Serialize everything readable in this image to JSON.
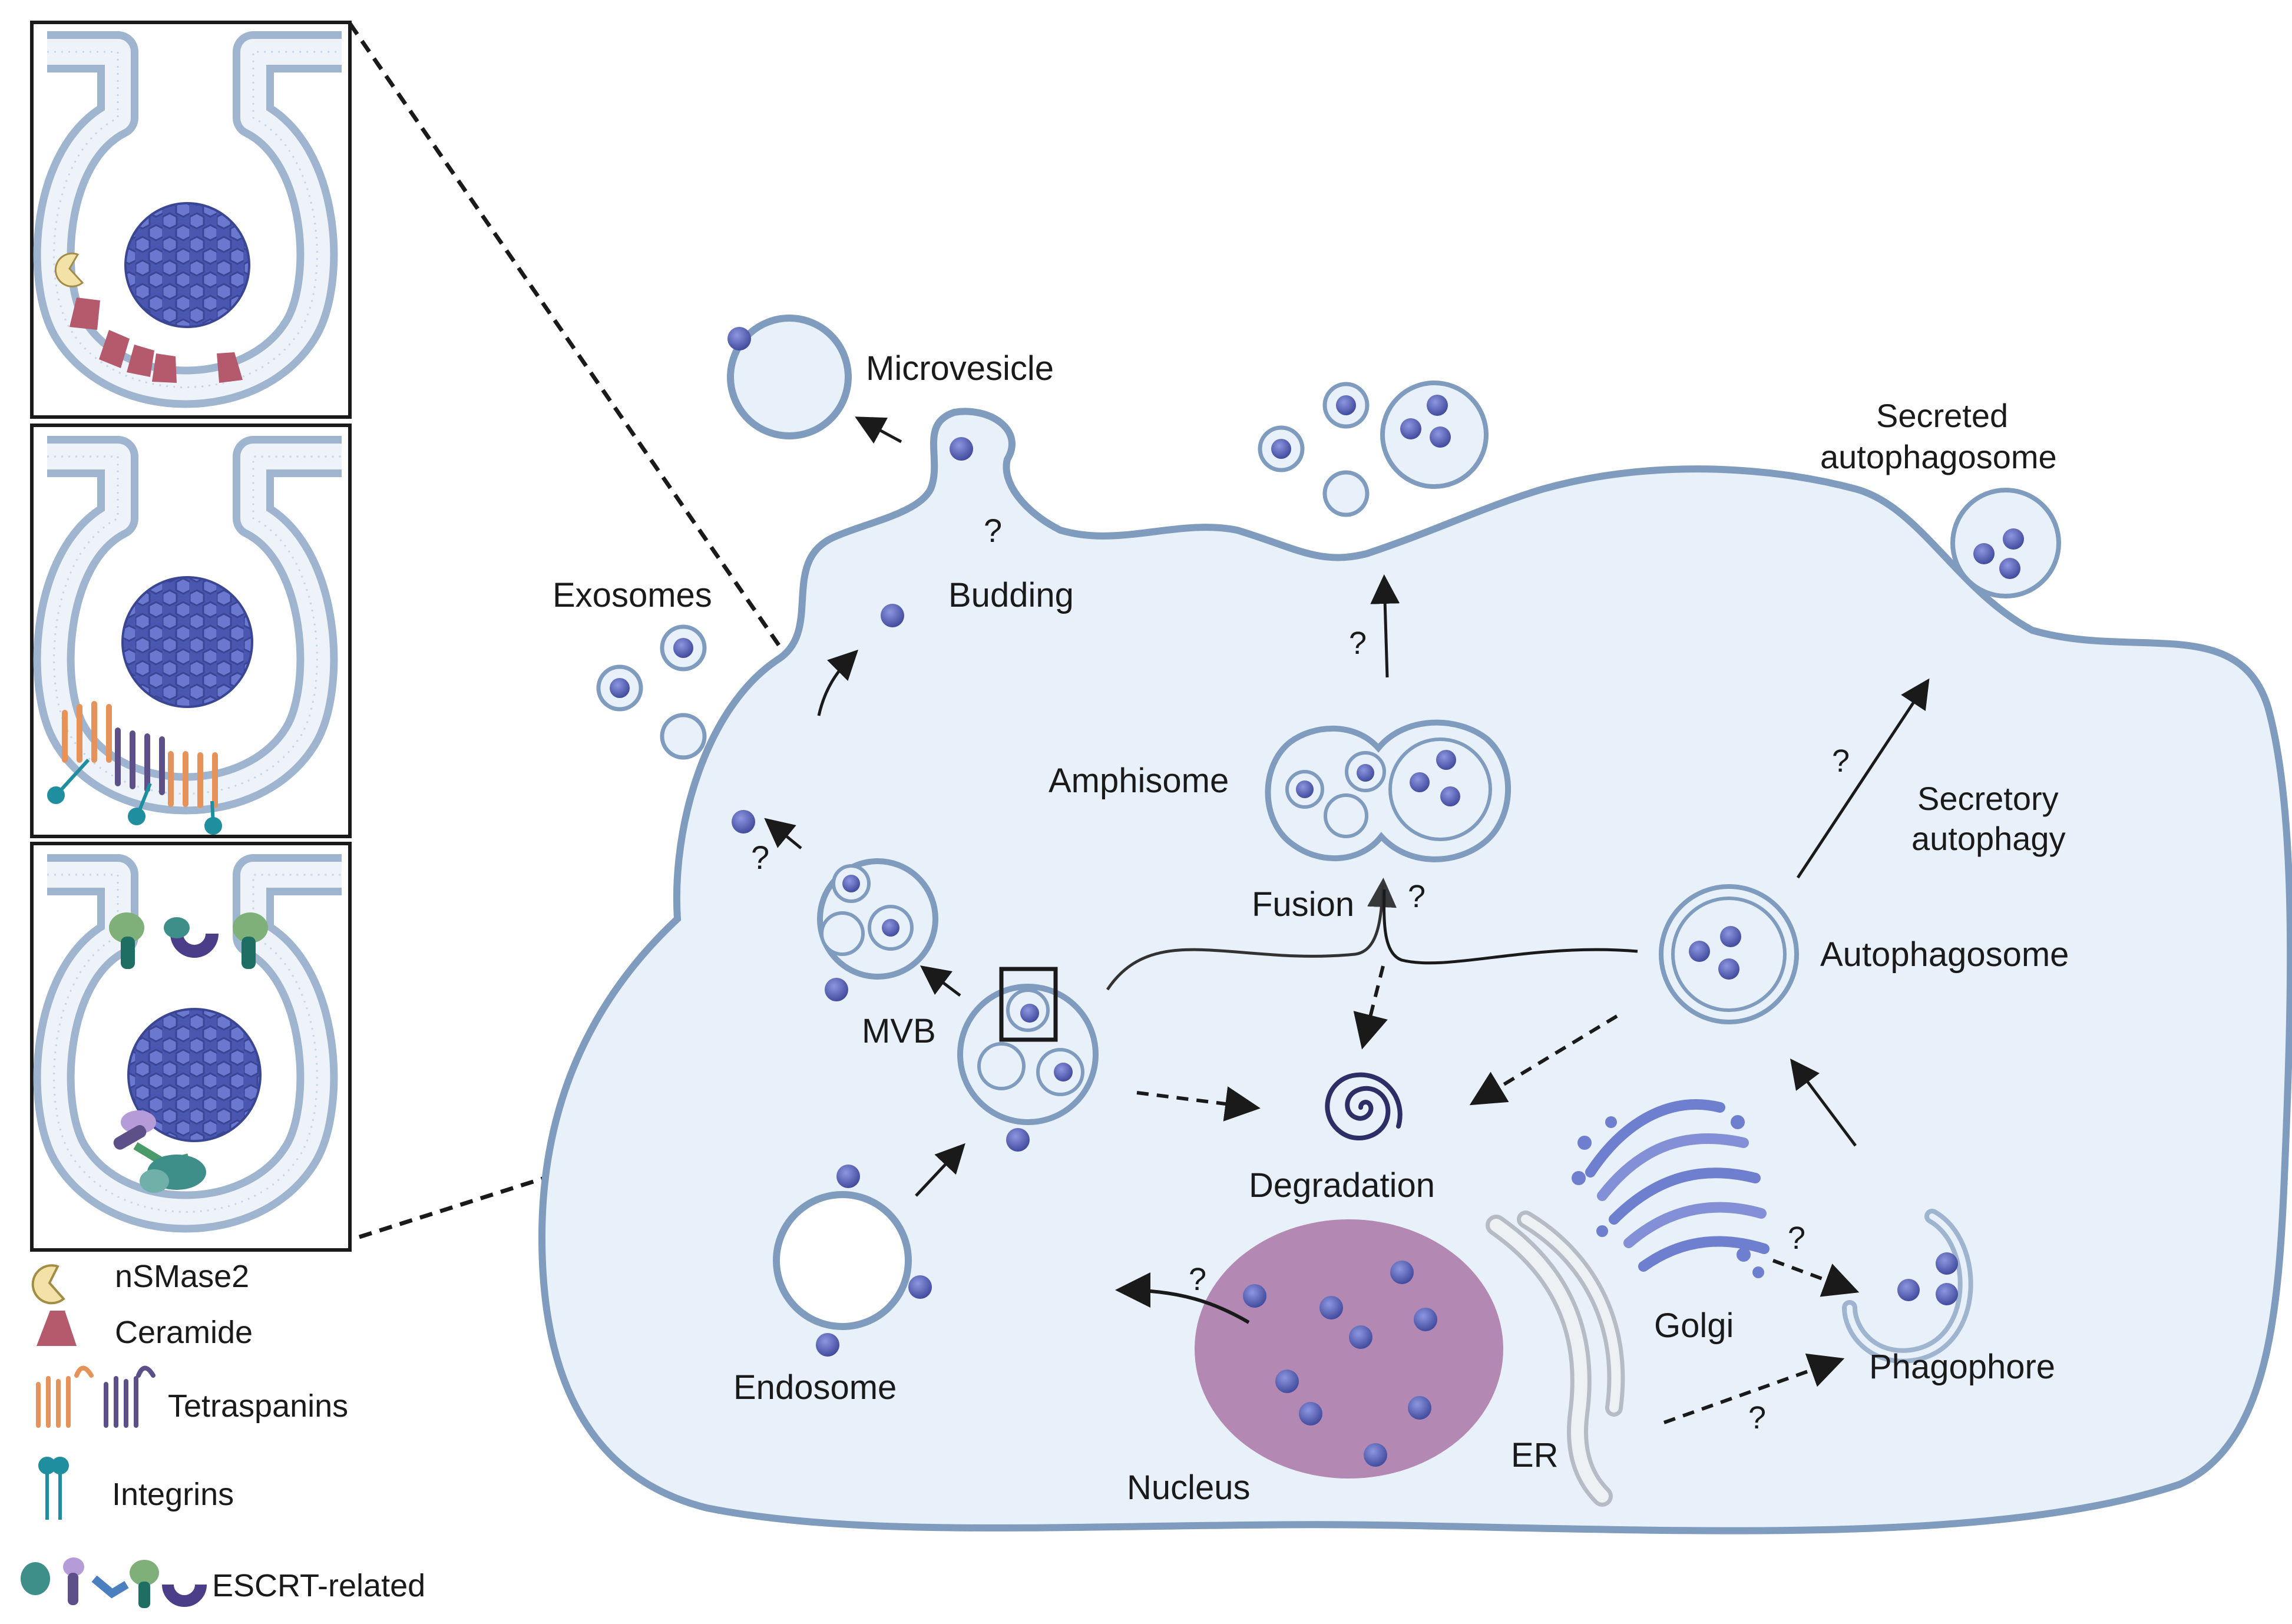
{
  "labels": {
    "microvesicle": "Microvesicle",
    "secreted_line1": "Secreted",
    "secreted_line2": "autophagosome",
    "exosomes": "Exosomes",
    "budding": "Budding",
    "amphisome": "Amphisome",
    "secretory_line1": "Secretory",
    "secretory_line2": "autophagy",
    "fusion": "Fusion",
    "autophagosome": "Autophagosome",
    "mvb": "MVB",
    "degradation": "Degradation",
    "golgi": "Golgi",
    "phagophore": "Phagophore",
    "endosome": "Endosome",
    "er": "ER",
    "nucleus": "Nucleus",
    "question": "?"
  },
  "legend": {
    "nsmase2": "nSMase2",
    "ceramide": "Ceramide",
    "tetraspanins": "Tetraspanins",
    "integrins": "Integrins",
    "escrt": "ESCRT-related"
  },
  "colors": {
    "cell_fill": "#e8f0fa",
    "membrane": "#7f9bbd",
    "cargo": "#4a55a6",
    "nucleus": "#b389b3",
    "golgi": "#6f7fd0",
    "er": "#d3d8de",
    "ceramide": "#b45a6c",
    "nsmase2": "#f3e2a8",
    "tetraspanin_orange": "#e5935a",
    "tetraspanin_purple": "#5d4f88",
    "integrin": "#1f8fa0",
    "escrt_teal": "#3e8e8a"
  }
}
